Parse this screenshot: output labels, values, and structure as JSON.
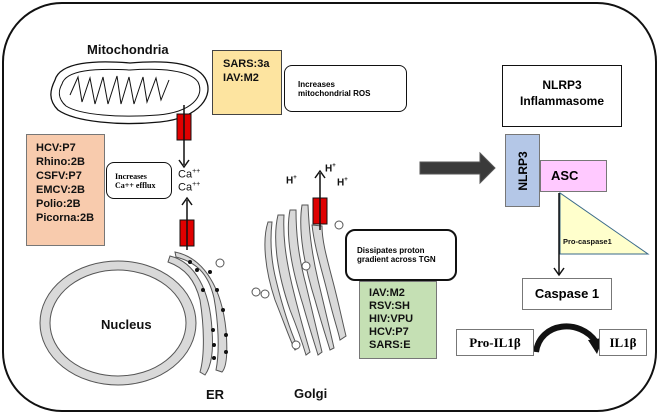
{
  "organelles": {
    "mitochondria": "Mitochondria",
    "nucleus": "Nucleus",
    "er": "ER",
    "golgi": "Golgi"
  },
  "mito_proteins": {
    "items": [
      "SARS:3a",
      "IAV:M2"
    ],
    "color": "#fde4a0"
  },
  "mito_effect": {
    "line1": "Increases",
    "line2": "mitochondrial ROS"
  },
  "ca_proteins": {
    "items": [
      "HCV:P7",
      "Rhino:2B",
      "CSFV:P7",
      "EMCV:2B",
      "Polio:2B",
      "Picorna:2B"
    ],
    "color": "#f8cbad"
  },
  "ca_effect": {
    "line1": "Increases",
    "line2": "Ca++ efflux"
  },
  "ions": {
    "ca_top": "Ca++",
    "ca_bottom": "Ca++",
    "h_left": "H+",
    "h_mid": "H+",
    "h_right": "H+"
  },
  "golgi_effect": {
    "line1": "Dissipates proton",
    "line2": "gradient across TGN"
  },
  "golgi_proteins": {
    "items": [
      "IAV:M2",
      "RSV:SH",
      "HIV:VPU",
      "HCV:P7",
      "SARS:E"
    ],
    "color": "#c5e0b4"
  },
  "inflammasome": {
    "title_line1": "NLRP3",
    "title_line2": "Inflammasome",
    "nlrp3": "NLRP3",
    "asc": "ASC",
    "pro_caspase": "Pro-caspase1",
    "caspase": "Caspase 1",
    "pro_il1b": "Pro-IL1β",
    "il1b": "IL1β",
    "colors": {
      "nlrp3": "#b4c7e7",
      "asc": "#ffc9ff",
      "pro_caspase": "#ffffcc",
      "channel": "#e00000",
      "organelle": "#d9d9d9",
      "arrow": "#3a3a3a"
    }
  }
}
